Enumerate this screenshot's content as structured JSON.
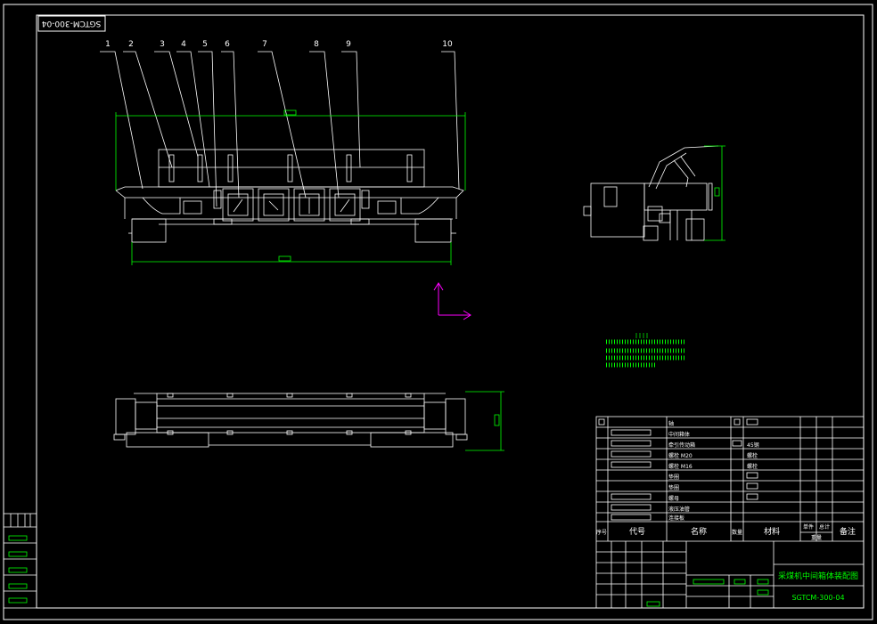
{
  "drawing": {
    "code_stamp": "SGTCM-300-04",
    "title": "采煤机中间箱体装配图",
    "drawing_number": "SGTCM-300-04"
  },
  "balloons": [
    "1",
    "2",
    "3",
    "4",
    "5",
    "6",
    "7",
    "8",
    "9",
    "10"
  ],
  "bom_header": {
    "seq": "序号",
    "code": "代号",
    "name": "名称",
    "qty": "数量",
    "material": "材料",
    "unit_weight": "单件",
    "total_weight": "总计",
    "weight": "重量",
    "remark": "备注"
  },
  "bom_rows": [
    {
      "name": "轴",
      "material": ""
    },
    {
      "name": "中间箱体",
      "material": ""
    },
    {
      "name": "牵引传动箱",
      "material": "45钢"
    },
    {
      "name": "螺栓 M20",
      "material": "螺栓"
    },
    {
      "name": "螺栓 M16",
      "material": "螺栓"
    },
    {
      "name": "垫圈",
      "material": ""
    },
    {
      "name": "垫圈",
      "material": ""
    },
    {
      "name": "螺母",
      "material": ""
    },
    {
      "name": "液压油管",
      "material": ""
    },
    {
      "name": "连接板",
      "material": ""
    }
  ],
  "colors": {
    "background": "#000000",
    "lines": "#ffffff",
    "dimensions": "#00ff00",
    "ucs_icon": "#ff00ff"
  }
}
